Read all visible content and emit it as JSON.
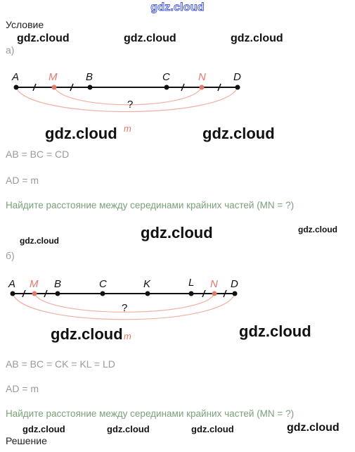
{
  "header": {
    "site_link": "gdz.cloud"
  },
  "section_condition": "Условие",
  "section_solution": "Решение",
  "watermarks": {
    "w1": "gdz.cloud",
    "w2": "gdz.cloud",
    "w3": "gdz.cloud",
    "w4": "gdz.cloud",
    "w5": "gdz.cloud",
    "w6": "gdz.cloud",
    "w7": "gdz.cloud",
    "w8": "gdz.cloud",
    "w9": "gdz.cloud",
    "w10": "gdz.cloud",
    "w11": "gdz.cloud",
    "w12": "gdz.cloud",
    "w13": "gdz.cloud",
    "w14": "gdz.cloud"
  },
  "part_a": {
    "label": "а)",
    "points": [
      "A",
      "M",
      "B",
      "C",
      "N",
      "D"
    ],
    "question": "?",
    "total_label": "m",
    "cond1": "AB = BC = CD",
    "cond2": "AD = m",
    "task": "Найдите расстояние между серединами крайних частей (MN = ?)"
  },
  "part_b": {
    "label": "б)",
    "points": [
      "A",
      "M",
      "B",
      "C",
      "K",
      "L",
      "N",
      "D"
    ],
    "question": "?",
    "total_label": "m",
    "cond1": "AB = BC = CK = KL = LD",
    "cond2": "AD = m",
    "task": "Найдите расстояние между серединами крайних частей (MN = ?)"
  },
  "colors": {
    "segment": "#111111",
    "midpoint": "#e07a6a",
    "arc": "#f0b0a6",
    "text_gray": "#9a9a9a",
    "task_green": "#7aa07a",
    "link_blue": "#4a5bd6"
  }
}
